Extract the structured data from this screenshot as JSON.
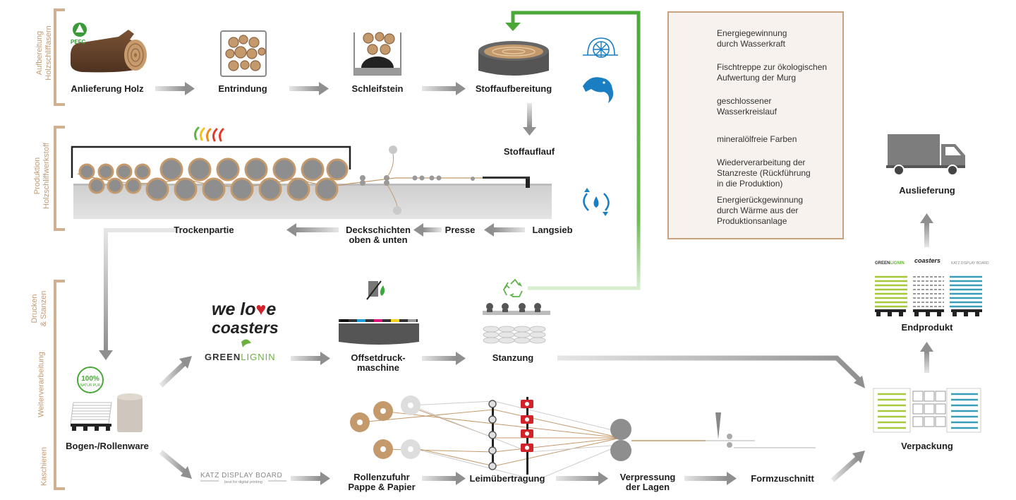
{
  "sections": {
    "aufbereitung": "Aufbereitung\nHolzschliffasern",
    "produktion": "Produktion\nHolzschliffwerkstoff",
    "drucken": "Drucken\n& Stanzen",
    "weiterverarbeitung": "Weiterverarbeitung",
    "kaschieren": "Kaschieren"
  },
  "steps": {
    "anlieferung": "Anlieferung Holz",
    "entrindung": "Entrindung",
    "schleifstein": "Schleifstein",
    "stoffaufbereitung": "Stoffaufbereitung",
    "stoffauflauf": "Stoffauflauf",
    "trockenpartie": "Trockenpartie",
    "deckschichten": "Deckschichten\noben & unten",
    "presse": "Presse",
    "langsieb": "Langsieb",
    "bogen": "Bogen-/Rollenware",
    "offsetdruck": "Offsetdruck-\nmaschine",
    "stanzung": "Stanzung",
    "rollenzufuhr": "Rollenzufuhr\nPappe & Papier",
    "leimuebertragung": "Leimübertragung",
    "verpressung": "Verpressung\nder Lagen",
    "formzuschnitt": "Formzuschnitt",
    "verpackung": "Verpackung",
    "endprodukt": "Endprodukt",
    "auslieferung": "Auslieferung"
  },
  "legend": [
    {
      "icon": "water-wheel-icon",
      "text": "Energiegewinnung\ndurch Wasserkraft"
    },
    {
      "icon": "fish-icon",
      "text": "Fischtreppe zur ökologischen\nAufwertung der Murg"
    },
    {
      "icon": "water-cycle-icon",
      "text": "geschlossener\nWasserkreislauf"
    },
    {
      "icon": "mineral-oil-free-ink-icon",
      "text": "mineralölfreie Farben"
    },
    {
      "icon": "recycle-icon",
      "text": "Wiederverarbeitung der\nStanzreste (Rückführung\nin die Produktion)"
    },
    {
      "icon": "heat-recovery-icon",
      "text": "Energierückgewinnung\ndurch Wärme aus der\nProduktionsanlage"
    }
  ],
  "brands": {
    "pefc": "PEFC",
    "welove1": "we lo",
    "welove2": "e",
    "welove3": "coasters",
    "green": "GREEN",
    "lignin": "LIGNIN",
    "katz": "KATZ DISPLAY BOARD",
    "katz_sub": "best for digital printing",
    "natur": "100%",
    "natur_sub": "NATUR PUR"
  },
  "colors": {
    "brown": "#b58a63",
    "dark_brown": "#6d4a2e",
    "gray": "#8c8c8c",
    "arrow": "#9a9a9a",
    "green": "#5fb34a",
    "blue": "#1a7ec2",
    "accent_tan": "#c9a27f"
  }
}
